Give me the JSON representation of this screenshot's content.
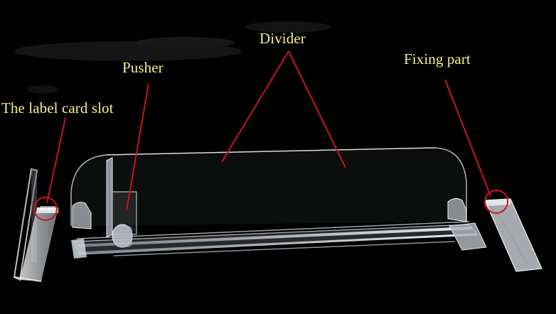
{
  "labels": {
    "label_card_slot": "The label card slot",
    "pusher": "Pusher",
    "divider": "Divider",
    "fixing_part": "Fixing part"
  },
  "colors": {
    "background": "#000000",
    "label_text": "#f3f08a",
    "pointer_line": "#c8141e",
    "acrylic_edge": "#d9dde2",
    "acrylic_fill": "#8a9099"
  }
}
